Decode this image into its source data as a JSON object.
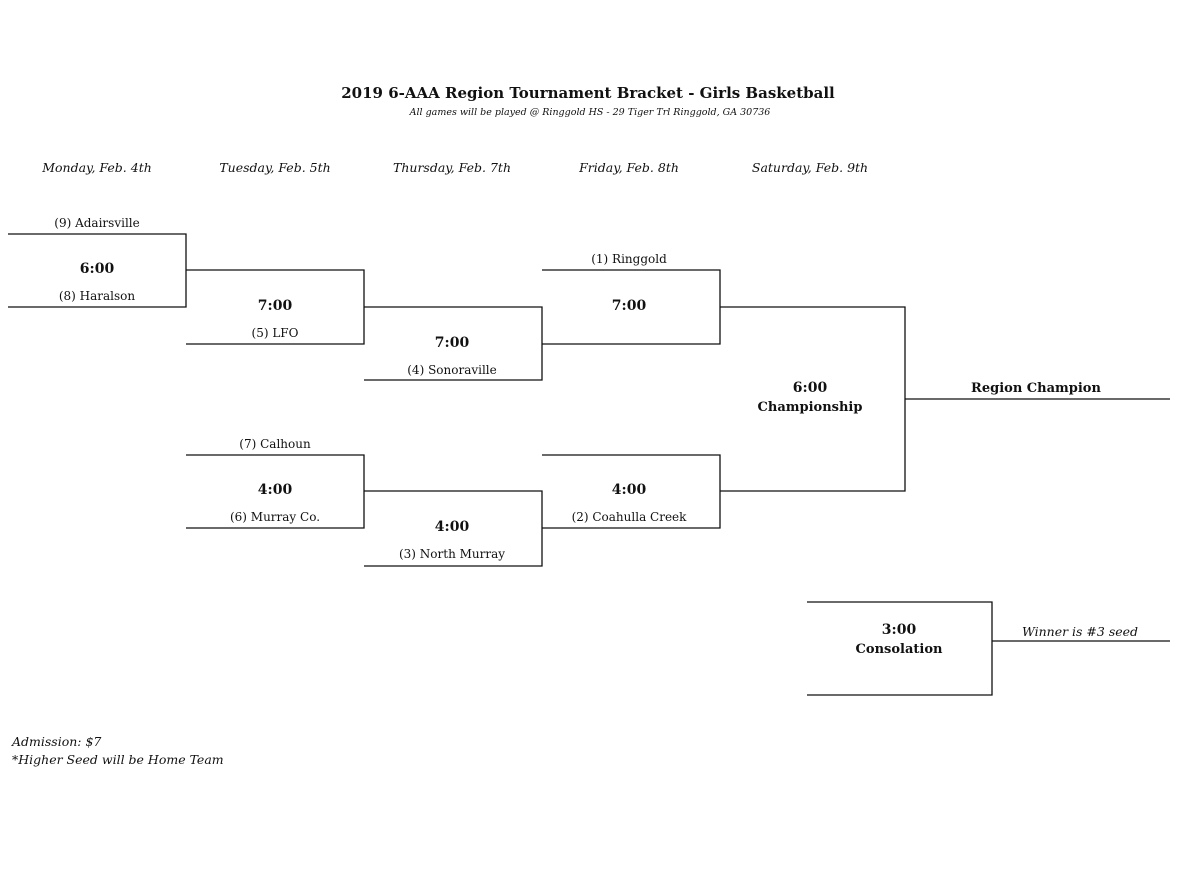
{
  "header": {
    "title": "2019 6-AAA Region Tournament Bracket - Girls Basketball",
    "subtitle": "All games will be played @ Ringgold HS - 29 Tiger Trl Ringgold, GA 30736"
  },
  "days": [
    "Monday, Feb. 4th",
    "Tuesday, Feb. 5th",
    "Thursday, Feb. 7th",
    "Friday, Feb. 8th",
    "Saturday, Feb. 9th"
  ],
  "games": {
    "mon": {
      "top_team": "(9) Adairsville",
      "time": "6:00",
      "bottom_team": "(8) Haralson"
    },
    "tue_top": {
      "time": "7:00",
      "bottom_team": "(5) LFO"
    },
    "tue_bottom": {
      "top_team": "(7) Calhoun",
      "time": "4:00",
      "bottom_team": "(6) Murray Co."
    },
    "thu_top": {
      "time": "7:00",
      "bottom_team": "(4) Sonoraville"
    },
    "thu_bottom": {
      "time": "4:00",
      "bottom_team": "(3) North Murray"
    },
    "fri_top": {
      "top_team": "(1) Ringgold",
      "time": "7:00"
    },
    "fri_bottom": {
      "time": "4:00",
      "bottom_team": "(2) Coahulla Creek"
    },
    "championship": {
      "time": "6:00",
      "label": "Championship",
      "winner_label": "Region Champion"
    },
    "consolation": {
      "time": "3:00",
      "label": "Consolation",
      "winner_label": "Winner is #3 seed"
    }
  },
  "footer": {
    "admission": "Admission: $7",
    "note": "*Higher Seed will be Home Team"
  }
}
